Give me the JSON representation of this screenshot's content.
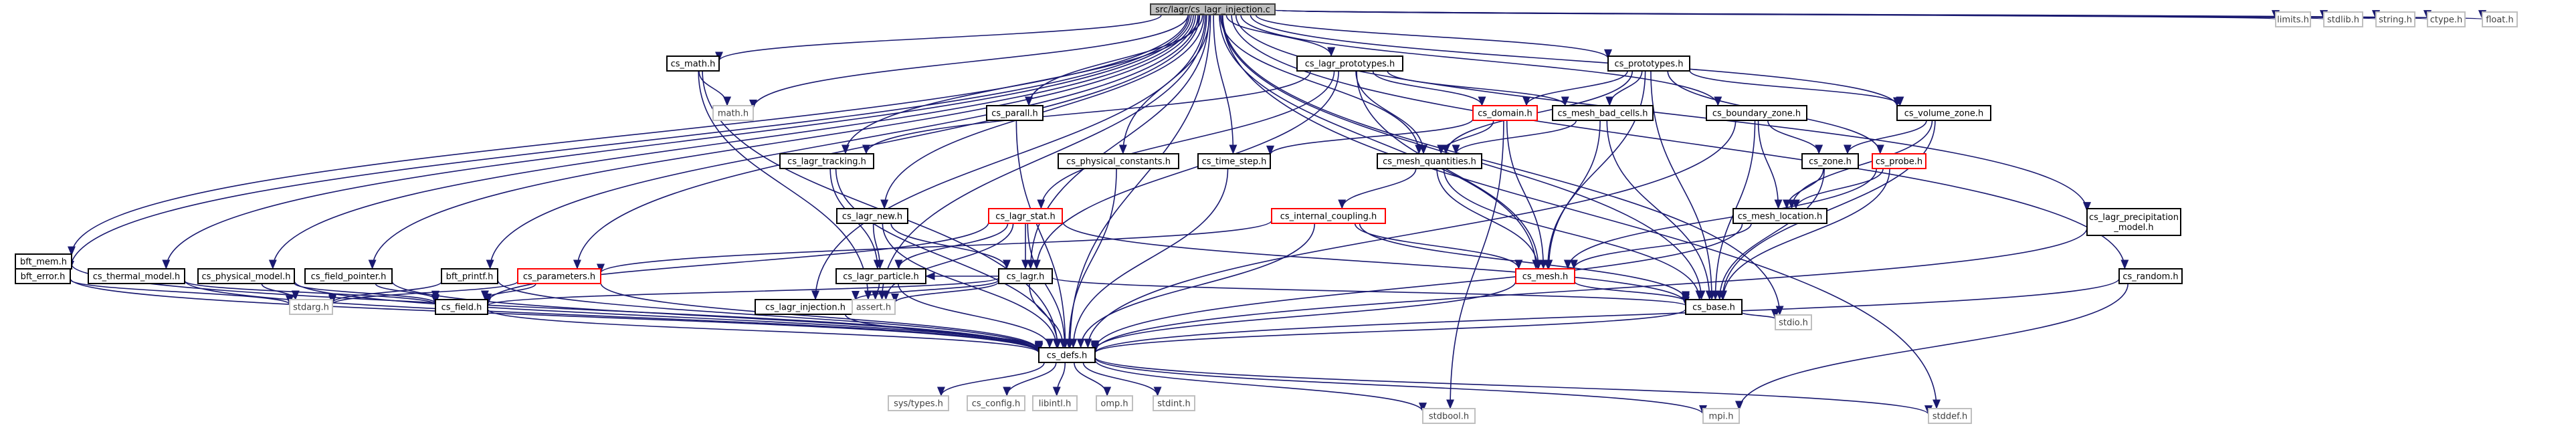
{
  "colors": {
    "edge": "#191970",
    "node_border": "#000000",
    "node_fill": "#ffffff",
    "root_fill": "#bfbfbf",
    "root_border": "#404040",
    "truncated_border": "#ff0000",
    "system_border": "#bfbfbf",
    "system_text": "#404040",
    "text": "#000000"
  },
  "nodes": [
    {
      "id": "root",
      "label": "src/lagr/cs_lagr_injection.c",
      "kind": "root"
    },
    {
      "id": "limits",
      "label": "limits.h",
      "kind": "system"
    },
    {
      "id": "stdlib",
      "label": "stdlib.h",
      "kind": "system"
    },
    {
      "id": "string",
      "label": "string.h",
      "kind": "system"
    },
    {
      "id": "ctype",
      "label": "ctype.h",
      "kind": "system"
    },
    {
      "id": "float",
      "label": "float.h",
      "kind": "system"
    },
    {
      "id": "cs_math",
      "label": "cs_math.h",
      "kind": "normal"
    },
    {
      "id": "math",
      "label": "math.h",
      "kind": "system"
    },
    {
      "id": "cs_parall",
      "label": "cs_parall.h",
      "kind": "normal"
    },
    {
      "id": "cs_lagr_prototypes",
      "label": "cs_lagr_prototypes.h",
      "kind": "normal"
    },
    {
      "id": "cs_prototypes",
      "label": "cs_prototypes.h",
      "kind": "normal"
    },
    {
      "id": "cs_domain",
      "label": "cs_domain.h",
      "kind": "truncated"
    },
    {
      "id": "cs_mesh_bad_cells",
      "label": "cs_mesh_bad_cells.h",
      "kind": "normal"
    },
    {
      "id": "cs_boundary_zone",
      "label": "cs_boundary_zone.h",
      "kind": "normal"
    },
    {
      "id": "cs_volume_zone",
      "label": "cs_volume_zone.h",
      "kind": "normal"
    },
    {
      "id": "cs_lagr_tracking",
      "label": "cs_lagr_tracking.h",
      "kind": "normal"
    },
    {
      "id": "cs_physical_constants",
      "label": "cs_physical_constants.h",
      "kind": "normal"
    },
    {
      "id": "cs_time_step",
      "label": "cs_time_step.h",
      "kind": "normal"
    },
    {
      "id": "cs_mesh_quantities",
      "label": "cs_mesh_quantities.h",
      "kind": "normal"
    },
    {
      "id": "cs_zone",
      "label": "cs_zone.h",
      "kind": "normal"
    },
    {
      "id": "cs_probe",
      "label": "cs_probe.h",
      "kind": "truncated"
    },
    {
      "id": "cs_lagr_new",
      "label": "cs_lagr_new.h",
      "kind": "normal"
    },
    {
      "id": "cs_lagr_stat",
      "label": "cs_lagr_stat.h",
      "kind": "truncated"
    },
    {
      "id": "cs_internal_coupling",
      "label": "cs_internal_coupling.h",
      "kind": "truncated"
    },
    {
      "id": "cs_mesh_location",
      "label": "cs_mesh_location.h",
      "kind": "normal"
    },
    {
      "id": "cs_lagr_precipitation_model",
      "label": "cs_lagr_precipitation\n_model.h",
      "kind": "normal"
    },
    {
      "id": "bft_mem",
      "label": "bft_mem.h",
      "kind": "normal"
    },
    {
      "id": "bft_error",
      "label": "bft_error.h",
      "kind": "normal"
    },
    {
      "id": "cs_thermal_model",
      "label": "cs_thermal_model.h",
      "kind": "normal"
    },
    {
      "id": "cs_physical_model",
      "label": "cs_physical_model.h",
      "kind": "normal"
    },
    {
      "id": "cs_field_pointer",
      "label": "cs_field_pointer.h",
      "kind": "normal"
    },
    {
      "id": "bft_printf",
      "label": "bft_printf.h",
      "kind": "normal"
    },
    {
      "id": "cs_parameters",
      "label": "cs_parameters.h",
      "kind": "truncated"
    },
    {
      "id": "cs_lagr",
      "label": "cs_lagr.h",
      "kind": "normal"
    },
    {
      "id": "cs_lagr_particle",
      "label": "cs_lagr_particle.h",
      "kind": "normal"
    },
    {
      "id": "cs_mesh",
      "label": "cs_mesh.h",
      "kind": "truncated"
    },
    {
      "id": "cs_random",
      "label": "cs_random.h",
      "kind": "normal"
    },
    {
      "id": "stdarg",
      "label": "stdarg.h",
      "kind": "system"
    },
    {
      "id": "cs_field",
      "label": "cs_field.h",
      "kind": "normal"
    },
    {
      "id": "cs_lagr_injection",
      "label": "cs_lagr_injection.h",
      "kind": "normal"
    },
    {
      "id": "assert",
      "label": "assert.h",
      "kind": "system"
    },
    {
      "id": "cs_base",
      "label": "cs_base.h",
      "kind": "normal"
    },
    {
      "id": "stdio",
      "label": "stdio.h",
      "kind": "system"
    },
    {
      "id": "cs_defs",
      "label": "cs_defs.h",
      "kind": "normal"
    },
    {
      "id": "systypes",
      "label": "sys/types.h",
      "kind": "system"
    },
    {
      "id": "cs_config",
      "label": "cs_config.h",
      "kind": "system"
    },
    {
      "id": "libintl",
      "label": "libintl.h",
      "kind": "system"
    },
    {
      "id": "omp",
      "label": "omp.h",
      "kind": "system"
    },
    {
      "id": "stdint",
      "label": "stdint.h",
      "kind": "system"
    },
    {
      "id": "stdbool",
      "label": "stdbool.h",
      "kind": "system"
    },
    {
      "id": "mpi",
      "label": "mpi.h",
      "kind": "system"
    },
    {
      "id": "stddef",
      "label": "stddef.h",
      "kind": "system"
    }
  ],
  "edges": [
    [
      "root",
      "limits"
    ],
    [
      "root",
      "stdlib"
    ],
    [
      "root",
      "string"
    ],
    [
      "root",
      "ctype"
    ],
    [
      "root",
      "float"
    ],
    [
      "root",
      "cs_math"
    ],
    [
      "root",
      "math"
    ],
    [
      "root",
      "cs_parall"
    ],
    [
      "root",
      "cs_lagr_prototypes"
    ],
    [
      "root",
      "cs_prototypes"
    ],
    [
      "root",
      "cs_lagr_tracking"
    ],
    [
      "root",
      "cs_physical_constants"
    ],
    [
      "root",
      "cs_time_step"
    ],
    [
      "root",
      "cs_mesh_quantities"
    ],
    [
      "root",
      "cs_boundary_zone"
    ],
    [
      "root",
      "cs_volume_zone"
    ],
    [
      "root",
      "cs_lagr_new"
    ],
    [
      "root",
      "cs_lagr"
    ],
    [
      "root",
      "cs_lagr_precipitation_model"
    ],
    [
      "root",
      "cs_random"
    ],
    [
      "root",
      "bft_mem"
    ],
    [
      "root",
      "bft_error"
    ],
    [
      "root",
      "cs_thermal_model"
    ],
    [
      "root",
      "cs_physical_model"
    ],
    [
      "root",
      "cs_field_pointer"
    ],
    [
      "root",
      "bft_printf"
    ],
    [
      "root",
      "cs_parameters"
    ],
    [
      "root",
      "cs_lagr_injection"
    ],
    [
      "root",
      "assert"
    ],
    [
      "root",
      "cs_base"
    ],
    [
      "root",
      "cs_mesh"
    ],
    [
      "root",
      "cs_defs"
    ],
    [
      "root",
      "stdio"
    ],
    [
      "root",
      "stddef"
    ],
    [
      "cs_math",
      "math"
    ],
    [
      "cs_math",
      "cs_defs"
    ],
    [
      "cs_math",
      "assert"
    ],
    [
      "cs_parall",
      "cs_defs"
    ],
    [
      "cs_lagr_prototypes",
      "cs_domain"
    ],
    [
      "cs_lagr_prototypes",
      "cs_mesh_quantities"
    ],
    [
      "cs_lagr_prototypes",
      "cs_mesh_bad_cells"
    ],
    [
      "cs_lagr_prototypes",
      "cs_lagr_tracking"
    ],
    [
      "cs_lagr_prototypes",
      "cs_lagr_stat"
    ],
    [
      "cs_lagr_prototypes",
      "cs_lagr"
    ],
    [
      "cs_lagr_prototypes",
      "cs_mesh"
    ],
    [
      "cs_prototypes",
      "cs_domain"
    ],
    [
      "cs_prototypes",
      "cs_mesh_bad_cells"
    ],
    [
      "cs_prototypes",
      "cs_mesh_quantities"
    ],
    [
      "cs_prototypes",
      "cs_volume_zone"
    ],
    [
      "cs_prototypes",
      "cs_probe"
    ],
    [
      "cs_prototypes",
      "cs_base"
    ],
    [
      "cs_prototypes",
      "cs_mesh"
    ],
    [
      "cs_domain",
      "cs_time_step"
    ],
    [
      "cs_domain",
      "cs_mesh_quantities"
    ],
    [
      "cs_domain",
      "cs_mesh"
    ],
    [
      "cs_domain",
      "stdbool"
    ],
    [
      "cs_mesh_bad_cells",
      "cs_mesh_quantities"
    ],
    [
      "cs_mesh_bad_cells",
      "cs_mesh"
    ],
    [
      "cs_mesh_bad_cells",
      "cs_base"
    ],
    [
      "cs_boundary_zone",
      "cs_zone"
    ],
    [
      "cs_boundary_zone",
      "cs_mesh_location"
    ],
    [
      "cs_boundary_zone",
      "cs_base"
    ],
    [
      "cs_boundary_zone",
      "cs_defs"
    ],
    [
      "cs_volume_zone",
      "cs_zone"
    ],
    [
      "cs_volume_zone",
      "cs_mesh_location"
    ],
    [
      "cs_volume_zone",
      "cs_base"
    ],
    [
      "cs_lagr_tracking",
      "cs_lagr_particle"
    ],
    [
      "cs_lagr_tracking",
      "cs_defs"
    ],
    [
      "cs_physical_constants",
      "cs_defs"
    ],
    [
      "cs_time_step",
      "cs_defs"
    ],
    [
      "cs_mesh_quantities",
      "cs_internal_coupling"
    ],
    [
      "cs_mesh_quantities",
      "cs_mesh"
    ],
    [
      "cs_mesh_quantities",
      "cs_base"
    ],
    [
      "cs_zone",
      "cs_mesh_location"
    ],
    [
      "cs_zone",
      "cs_base"
    ],
    [
      "cs_probe",
      "cs_mesh_location"
    ],
    [
      "cs_probe",
      "cs_mesh"
    ],
    [
      "cs_probe",
      "cs_base"
    ],
    [
      "cs_lagr_new",
      "cs_lagr_particle"
    ],
    [
      "cs_lagr_new",
      "cs_lagr"
    ],
    [
      "cs_lagr_new",
      "cs_defs"
    ],
    [
      "cs_lagr_stat",
      "cs_lagr_particle"
    ],
    [
      "cs_lagr_stat",
      "cs_lagr"
    ],
    [
      "cs_lagr_stat",
      "cs_field"
    ],
    [
      "cs_lagr_stat",
      "cs_base"
    ],
    [
      "cs_lagr_stat",
      "cs_defs"
    ],
    [
      "cs_lagr_stat",
      "assert"
    ],
    [
      "cs_internal_coupling",
      "cs_parameters"
    ],
    [
      "cs_internal_coupling",
      "cs_mesh"
    ],
    [
      "cs_internal_coupling",
      "cs_base"
    ],
    [
      "cs_internal_coupling",
      "cs_defs"
    ],
    [
      "cs_mesh_location",
      "cs_mesh"
    ],
    [
      "cs_mesh_location",
      "cs_defs"
    ],
    [
      "cs_lagr_precipitation_model",
      "cs_defs"
    ],
    [
      "bft_mem",
      "bft_error"
    ],
    [
      "bft_mem",
      "cs_defs"
    ],
    [
      "bft_error",
      "stdarg"
    ],
    [
      "bft_error",
      "cs_defs"
    ],
    [
      "cs_thermal_model",
      "cs_field"
    ],
    [
      "cs_thermal_model",
      "cs_defs"
    ],
    [
      "cs_physical_model",
      "stdarg"
    ],
    [
      "cs_physical_model",
      "cs_field"
    ],
    [
      "cs_physical_model",
      "cs_defs"
    ],
    [
      "cs_field_pointer",
      "cs_field"
    ],
    [
      "cs_field_pointer",
      "cs_defs"
    ],
    [
      "bft_printf",
      "stdarg"
    ],
    [
      "bft_printf",
      "cs_defs"
    ],
    [
      "cs_parameters",
      "stdarg"
    ],
    [
      "cs_parameters",
      "cs_field"
    ],
    [
      "cs_parameters",
      "cs_defs"
    ],
    [
      "cs_lagr",
      "cs_lagr_particle"
    ],
    [
      "cs_lagr",
      "cs_field"
    ],
    [
      "cs_lagr",
      "cs_lagr_injection"
    ],
    [
      "cs_lagr",
      "assert"
    ],
    [
      "cs_lagr",
      "cs_base"
    ],
    [
      "cs_lagr",
      "cs_defs"
    ],
    [
      "cs_lagr_particle",
      "assert"
    ],
    [
      "cs_lagr_particle",
      "cs_defs"
    ],
    [
      "cs_mesh",
      "cs_base"
    ],
    [
      "cs_mesh",
      "cs_defs"
    ],
    [
      "cs_random",
      "mpi"
    ],
    [
      "cs_random",
      "cs_defs"
    ],
    [
      "cs_field",
      "cs_defs"
    ],
    [
      "cs_lagr_injection",
      "cs_defs"
    ],
    [
      "cs_base",
      "stdio"
    ],
    [
      "cs_base",
      "cs_defs"
    ],
    [
      "cs_defs",
      "systypes"
    ],
    [
      "cs_defs",
      "cs_config"
    ],
    [
      "cs_defs",
      "libintl"
    ],
    [
      "cs_defs",
      "omp"
    ],
    [
      "cs_defs",
      "stdint"
    ],
    [
      "cs_defs",
      "stdbool"
    ],
    [
      "cs_defs",
      "mpi"
    ],
    [
      "cs_defs",
      "stddef"
    ]
  ]
}
